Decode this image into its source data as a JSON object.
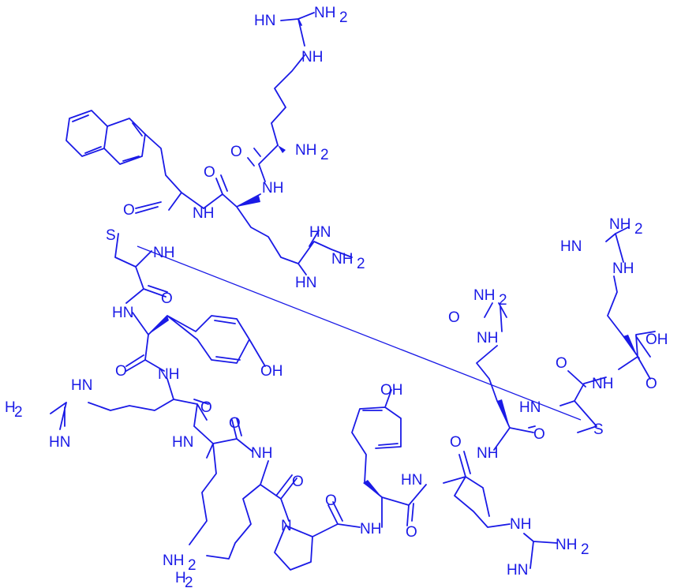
{
  "figure": {
    "bond_color": "#1a1ae6",
    "background": "#ffffff"
  },
  "labels": {
    "hn_1": "HN",
    "nh2_1": "NH",
    "nh_1": "NH",
    "nh2_2": "NH",
    "o_1": "O",
    "nh_2": "NH",
    "o_2": "O",
    "nh_3": "NH",
    "hn_2": "HN",
    "nh2_3": "NH",
    "hn_3": "HN",
    "s_1": "S",
    "nh_4": "NH",
    "hn_4": "HN",
    "o_3": "O",
    "oh_1": "OH",
    "o_4": "O",
    "nh_5": "NH",
    "h2n_1": "H",
    "hn_5": "HN",
    "hn_6": "HN",
    "o_5": "O",
    "hn_7": "HN",
    "o_6": "O",
    "nh_6": "NH",
    "o_7": "O",
    "n_1": "N",
    "nh2_4": "NH",
    "h2n_2": "H",
    "o_8": "O",
    "nh_7": "NH",
    "o_9": "O",
    "oh_2": "OH",
    "hn_8": "HN",
    "o_10": "O",
    "nh_8": "NH",
    "hn_9": "HN",
    "nh2_5": "NH",
    "hn_10": "HN",
    "nh2_6": "NH",
    "o_11": "O",
    "nh_9": "NH",
    "o_12": "O",
    "hn_11": "HN",
    "s_2": "S",
    "o_13": "O",
    "nh_10": "NH",
    "oh_3": "OH",
    "o_14": "O",
    "hn_12": "HN",
    "nh2_7": "NH",
    "nh_11": "NH"
  }
}
